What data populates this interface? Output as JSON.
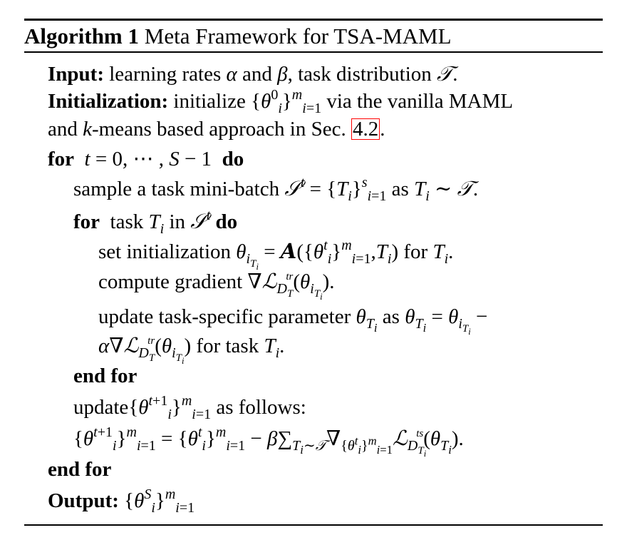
{
  "caption": {
    "label": "Algorithm 1",
    "title": "Meta Framework for TSA-MAML"
  },
  "lines": {
    "input_kw": "Input:",
    "input_text": "learning rates",
    "input_and": "and",
    "input_tail": ", task distribution",
    "init_kw": "Initialization:",
    "init_text": "initialize",
    "init_tail": "via the vanilla MAML",
    "init2_a": "and",
    "init2_b": "-means based approach in Sec.",
    "init2_ref": "4.2",
    "for1_kw": "for",
    "do_kw": "do",
    "sample_text": "sample a task mini-batch",
    "sample_as": "as",
    "for2_kw": "for",
    "for2_text": "task",
    "for2_in": "in",
    "set_text": "set initialization",
    "set_for": "for",
    "grad_text": "compute gradient",
    "update_text": "update task-specific parameter",
    "update_as": "as",
    "update_for": "for task",
    "endfor_kw": "end for",
    "update2_text": "update",
    "update2_tail": "as follows:",
    "output_kw": "Output:"
  }
}
